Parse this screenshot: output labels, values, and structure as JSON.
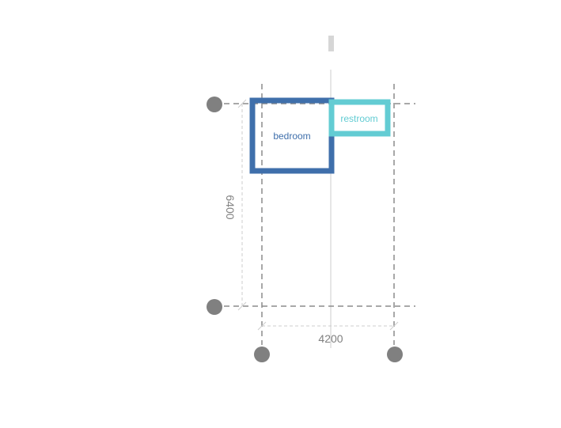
{
  "rooms": [
    {
      "label": "bedroom",
      "color": "#3f6fab"
    },
    {
      "label": "restroom",
      "color": "#63ccd3"
    }
  ],
  "dimensions": {
    "width": "4200",
    "height": "6400"
  },
  "colors": {
    "axis_node": "#808080",
    "grid_line": "#8c8c8c",
    "dim_line": "#cccccc",
    "center_line": "#e6e6e6",
    "handle": "#d6d6d6"
  }
}
